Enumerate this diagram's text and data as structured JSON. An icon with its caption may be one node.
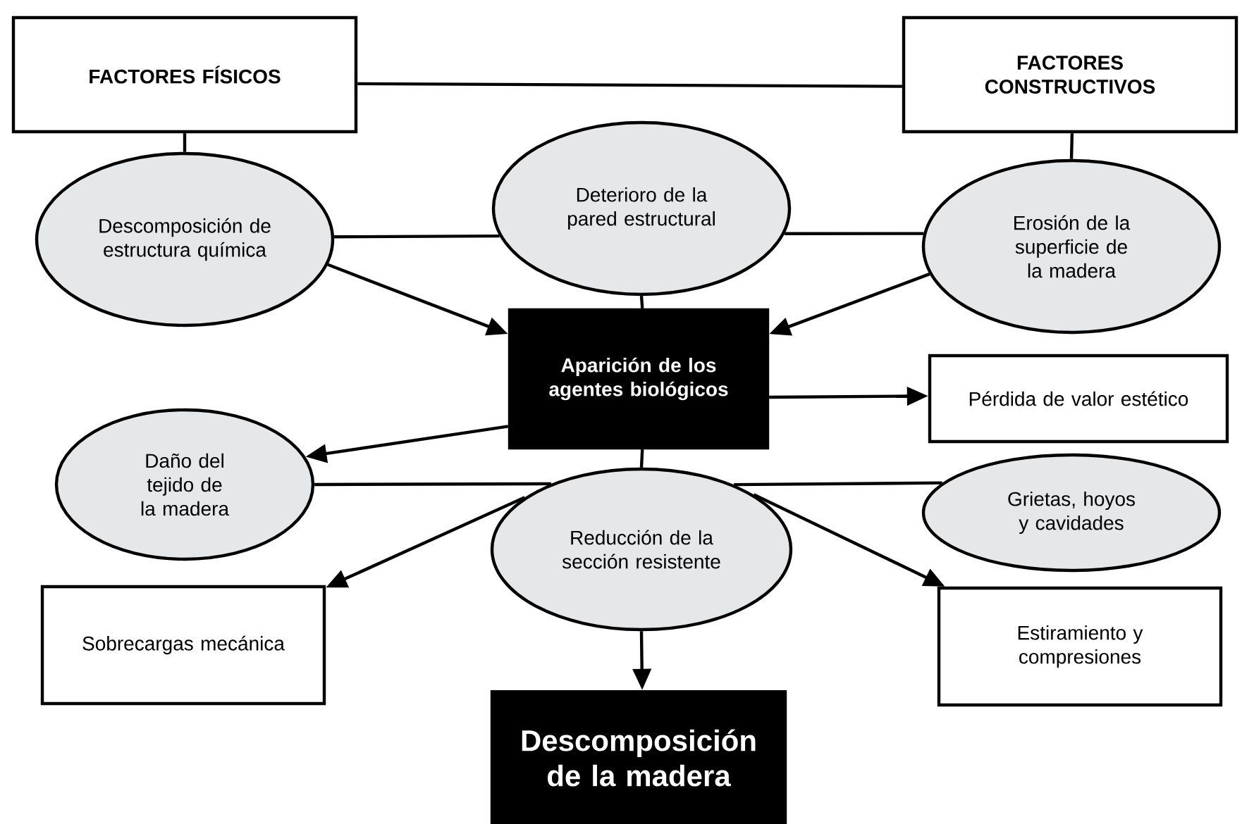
{
  "diagram": {
    "nodes": [
      {
        "text": [
          "FACTORES FÍSICOS"
        ]
      },
      {
        "text": [
          "FACTORES CONSTRUCTIVOS"
        ]
      },
      {
        "text": [
          "Descomposición de estructura química"
        ]
      },
      {
        "text": [
          "Deterioro de la pared estructural"
        ]
      },
      {
        "text": [
          "Erosión de la superficie de la madera"
        ]
      },
      {
        "text": [
          "Aparición de los agentes biológicos"
        ]
      },
      {
        "text": [
          "Pérdida de valor estético"
        ]
      },
      {
        "text": [
          "Daño del tejido de la madera"
        ]
      },
      {
        "text": [
          "Reducción de la sección resistente"
        ]
      },
      {
        "text": [
          "Grietas, hoyos y cavidades"
        ]
      },
      {
        "text": [
          "Sobrecargas mecánica"
        ]
      },
      {
        "text": [
          "Estiramiento y compresiones"
        ]
      },
      {
        "text": [
          "Descomposición de la madera"
        ]
      }
    ],
    "edges": [
      {
        "from": 0,
        "to": 1,
        "arrow": "none"
      },
      {
        "from": 0,
        "to": 2,
        "arrow": "none"
      },
      {
        "from": 1,
        "to": 4,
        "arrow": "none"
      },
      {
        "from": 2,
        "to": 3,
        "arrow": "none"
      },
      {
        "from": 3,
        "to": 4,
        "arrow": "none"
      },
      {
        "from": 3,
        "to": 5,
        "arrow": "none"
      },
      {
        "from": 2,
        "to": 5,
        "arrow": "to"
      },
      {
        "from": 4,
        "to": 5,
        "arrow": "to"
      },
      {
        "from": 5,
        "to": 6,
        "arrow": "to"
      },
      {
        "from": 5,
        "to": 7,
        "arrow": "to"
      },
      {
        "from": 5,
        "to": 8,
        "arrow": "none"
      },
      {
        "from": 7,
        "to": 8,
        "arrow": "none"
      },
      {
        "from": 8,
        "to": 9,
        "arrow": "none"
      },
      {
        "from": 8,
        "to": 10,
        "arrow": "to"
      },
      {
        "from": 8,
        "to": 11,
        "arrow": "to"
      },
      {
        "from": 8,
        "to": 12,
        "arrow": "to"
      }
    ]
  }
}
